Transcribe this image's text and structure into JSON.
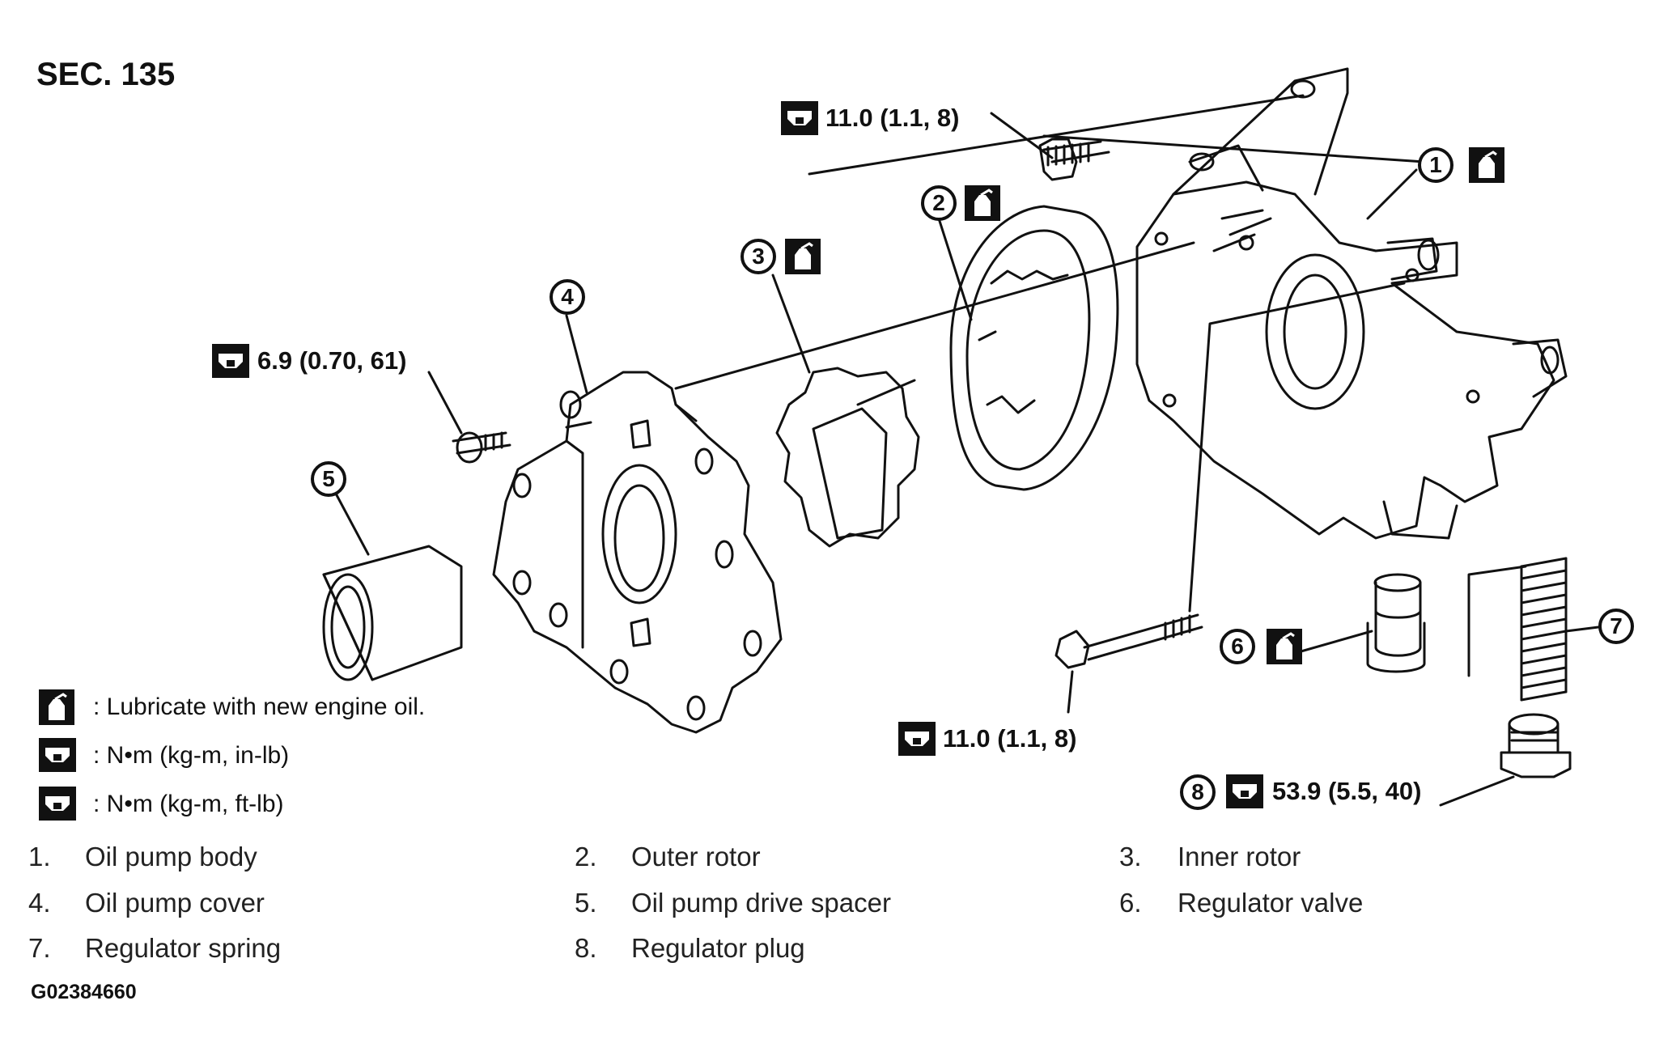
{
  "section_label": "SEC. 135",
  "torque_specs": {
    "t1": "11.0 (1.1, 8)",
    "t2": "6.9 (0.70, 61)",
    "t3": "11.0 (1.1, 8)",
    "t4": "53.9 (5.5, 40)"
  },
  "callouts": [
    "1",
    "2",
    "3",
    "4",
    "5",
    "6",
    "7",
    "8"
  ],
  "legend": [
    {
      "icon": "oil-can-icon",
      "text": ": Lubricate with new engine oil."
    },
    {
      "icon": "torque-wrench-icon",
      "text": ": N•m (kg-m, in-lb)"
    },
    {
      "icon": "torque-wrench-icon",
      "text": ": N•m (kg-m, ft-lb)"
    }
  ],
  "parts": [
    {
      "num": "1.",
      "name": "Oil pump body"
    },
    {
      "num": "2.",
      "name": "Outer rotor"
    },
    {
      "num": "3.",
      "name": "Inner rotor"
    },
    {
      "num": "4.",
      "name": "Oil pump cover"
    },
    {
      "num": "5.",
      "name": "Oil pump drive spacer"
    },
    {
      "num": "6.",
      "name": "Regulator valve"
    },
    {
      "num": "7.",
      "name": "Regulator spring"
    },
    {
      "num": "8.",
      "name": "Regulator plug"
    }
  ],
  "figure_code": "G02384660"
}
